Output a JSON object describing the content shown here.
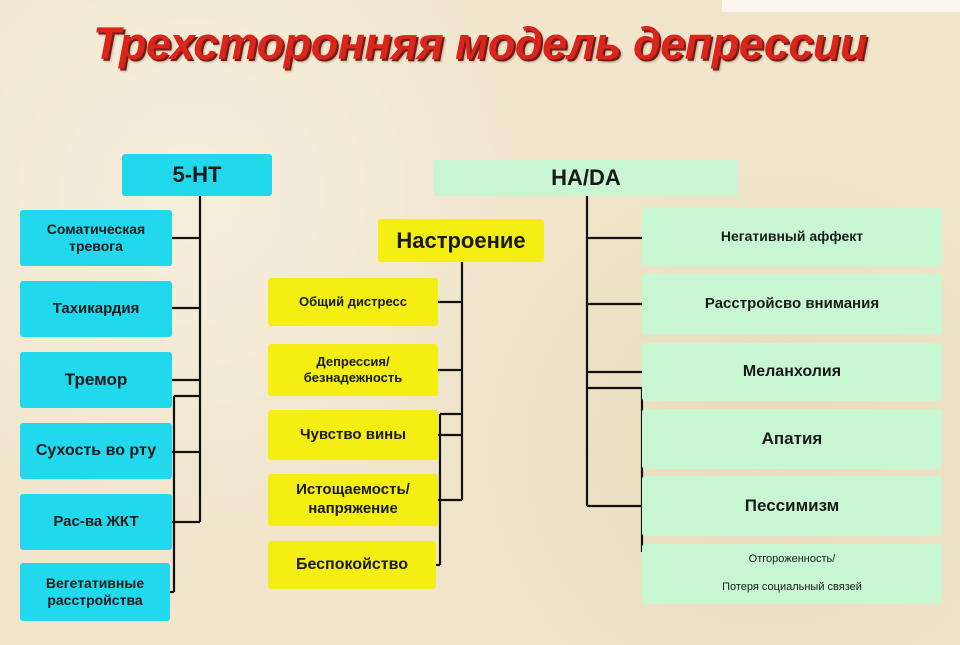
{
  "title": "Трехсторонняя модель депрессии",
  "colors": {
    "title": "#d9251b",
    "ht_boxes": "#22d8ec",
    "mood_boxes": "#f4ee12",
    "nada_boxes": "#c8f6d3",
    "lines": "#111111"
  },
  "ht": {
    "header": "5-НТ",
    "items": [
      "Соматическая тревога",
      "Тахикардия",
      "Тремор",
      "Сухость во рту",
      "Рас-ва ЖКТ",
      "Вегетативные расстройства"
    ]
  },
  "mood": {
    "header": "Настроение",
    "items": [
      "Общий дистресс",
      "Депрессия/ безнадежность",
      "Чувство вины",
      "Истощаемость/ напряжение",
      "Беспокойство"
    ]
  },
  "nada": {
    "header": "НА/DA",
    "items": [
      "Негативный аффект",
      "Расстройсво внимания",
      "Меланхолия",
      "Апатия",
      "Пессимизм"
    ],
    "last_item": {
      "line1": "Отгороженность/",
      "line2": "Потеря социальный связей"
    }
  }
}
